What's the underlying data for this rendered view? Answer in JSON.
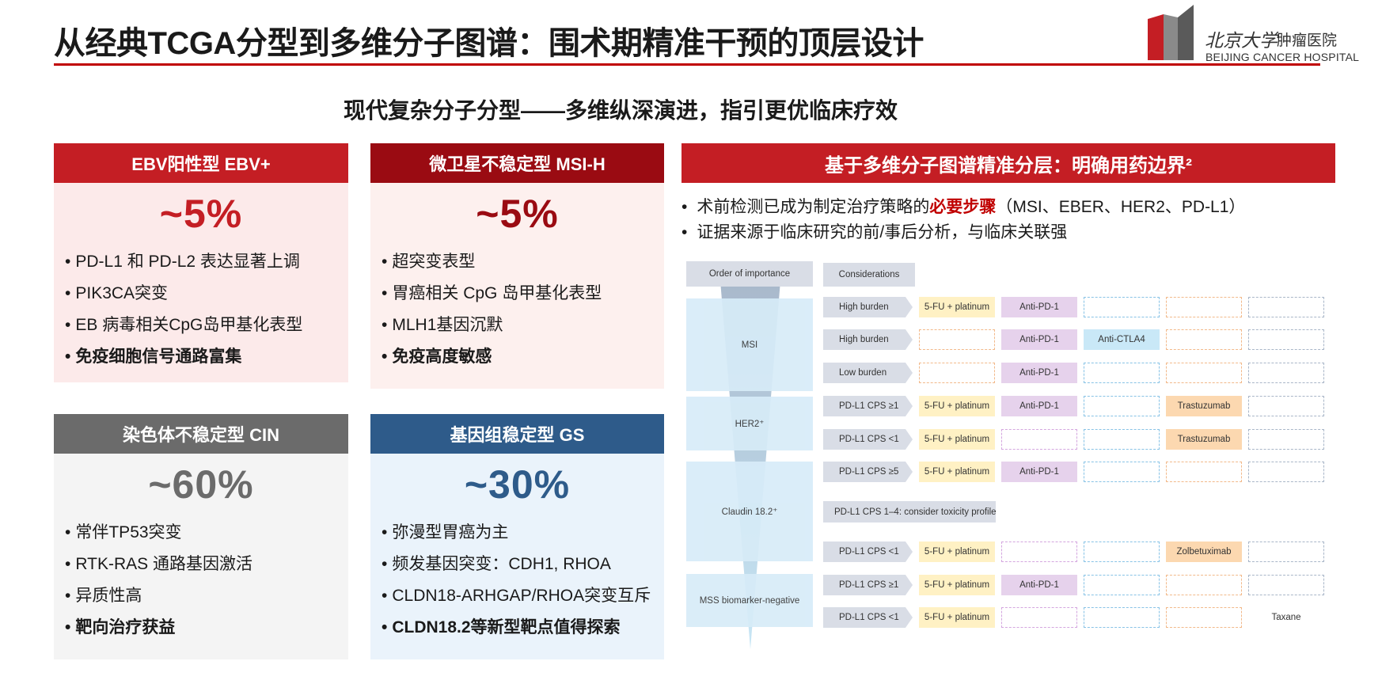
{
  "header": {
    "title": "从经典TCGA分型到多维分子图谱：围术期精准干预的顶层设计",
    "logo": {
      "cn_university": "北京大学",
      "cn_department": "肿瘤医院",
      "en_name": "BEIJING CANCER HOSPITAL"
    }
  },
  "subtitle": "现代复杂分子分型——多维纵深演进，指引更优临床疗效",
  "colors": {
    "accent_red": "#c41e24",
    "dark_red": "#9a0b12",
    "gray": "#6b6b6b",
    "blue": "#2e5b8a"
  },
  "cards": {
    "ebv": {
      "title": "EBV阳性型 EBV+",
      "percent": "~5%",
      "items": [
        "PD-L1 和 PD-L2 表达显著上调",
        "PIK3CA突变",
        "EB 病毒相关CpG岛甲基化表型"
      ],
      "highlight": "免疫细胞信号通路富集"
    },
    "msi": {
      "title": "微卫星不稳定型 MSI-H",
      "percent": "~5%",
      "items": [
        "超突变表型",
        "胃癌相关 CpG 岛甲基化表型",
        "MLH1基因沉默"
      ],
      "highlight": "免疫高度敏感"
    },
    "cin": {
      "title": "染色体不稳定型 CIN",
      "percent": "~60%",
      "items": [
        "常伴TP53突变",
        "RTK-RAS 通路基因激活",
        "异质性高"
      ],
      "highlight": "靶向治疗获益"
    },
    "gs": {
      "title": "基因组稳定型 GS",
      "percent": "~30%",
      "items": [
        "弥漫型胃癌为主",
        "频发基因突变：CDH1, RHOA",
        "CLDN18-ARHGAP/RHOA突变互斥"
      ],
      "highlight": "CLDN18.2等新型靶点值得探索"
    }
  },
  "right_panel": {
    "title": "基于多维分子图谱精准分层：明确用药边界²",
    "bullet1_prefix": "术前检测已成为制定治疗策略的",
    "bullet1_emph": "必要步骤",
    "bullet1_suffix": "（MSI、EBER、HER2、PD-L1）",
    "bullet2": "证据来源于临床研究的前/事后分析，与临床关联强"
  },
  "diagram": {
    "col_order": "Order of importance",
    "col_considerations": "Considerations",
    "biomarkers": [
      "MSI",
      "HER2⁺",
      "Claudin 18.2⁺",
      "MSS biomarker-negative"
    ],
    "rows": {
      "r1": {
        "consideration": "High burden",
        "chemo": "5-FU + platinum",
        "io": "Anti-PD-1"
      },
      "r2": {
        "consideration": "High burden",
        "io": "Anti-PD-1",
        "extra": "Anti-CTLA4"
      },
      "r3": {
        "consideration": "Low burden",
        "io": "Anti-PD-1"
      },
      "r4": {
        "consideration": "PD-L1 CPS ≥1",
        "chemo": "5-FU + platinum",
        "io": "Anti-PD-1",
        "target": "Trastuzumab"
      },
      "r5": {
        "consideration": "PD-L1 CPS <1",
        "chemo": "5-FU + platinum",
        "target": "Trastuzumab"
      },
      "r6": {
        "consideration": "PD-L1 CPS ≥5",
        "chemo": "5-FU + platinum",
        "io": "Anti-PD-1"
      },
      "r7": {
        "consideration": "PD-L1 CPS 1–4: consider toxicity profile"
      },
      "r8": {
        "consideration": "PD-L1 CPS <1",
        "chemo": "5-FU + platinum",
        "target": "Zolbetuximab"
      },
      "r9": {
        "consideration": "PD-L1 CPS ≥1",
        "chemo": "5-FU + platinum",
        "io": "Anti-PD-1"
      },
      "r10": {
        "consideration": "PD-L1 CPS <1",
        "chemo": "5-FU + platinum",
        "last": "Taxane"
      }
    }
  }
}
